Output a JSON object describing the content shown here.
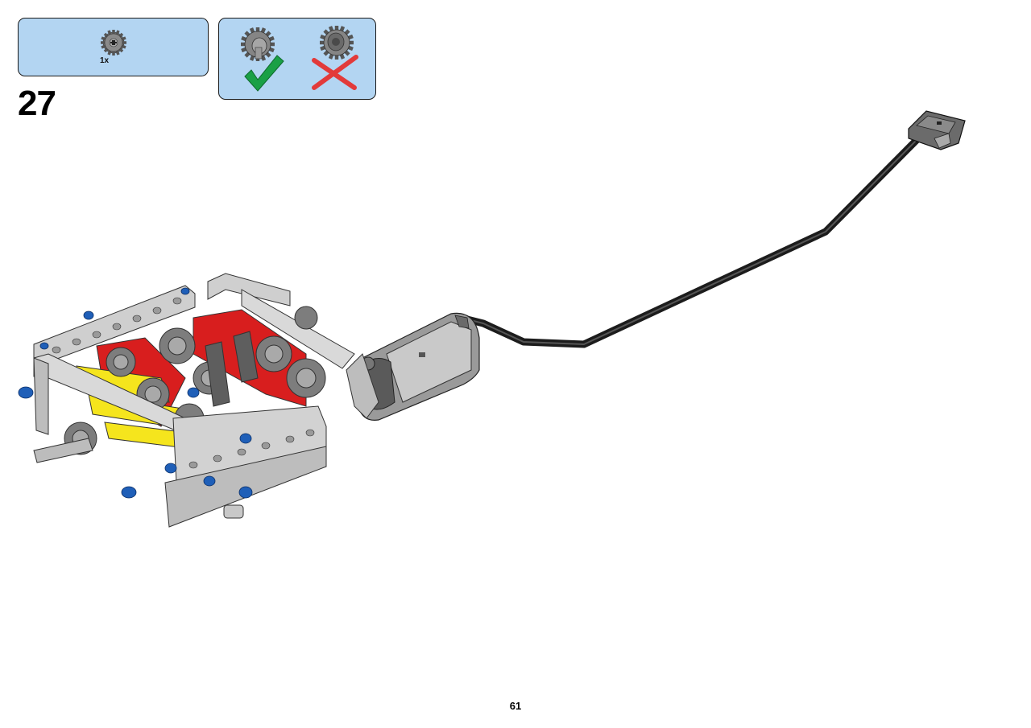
{
  "step": {
    "number": "27"
  },
  "parts_list": {
    "items": [
      {
        "part": "gear-icon",
        "quantity": "1x"
      }
    ]
  },
  "orientation_hint": {
    "correct": {
      "icon": "gear-icon",
      "mark": "checkmark-icon",
      "color": "#1aa046"
    },
    "incorrect": {
      "icon": "gear-icon",
      "mark": "cross-icon",
      "color": "#e23a3a"
    }
  },
  "model": {
    "parts": [
      "gearbox-frame",
      "motor",
      "motor-cable",
      "cable-connector"
    ]
  },
  "page": {
    "number": "61"
  },
  "colors": {
    "callout_fill": "#b3d5f2",
    "frame_grey": "#c8c8c8",
    "accent_red": "#d81e1e",
    "accent_yellow": "#f5e51d",
    "pin_blue": "#1f5fb8"
  }
}
